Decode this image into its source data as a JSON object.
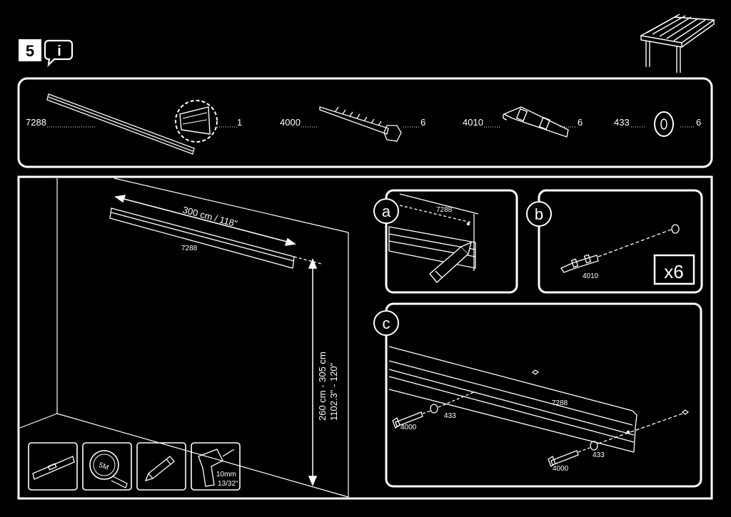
{
  "step": {
    "number": "5",
    "info_glyph": "i"
  },
  "parts": [
    {
      "code": "7288",
      "qty": "1"
    },
    {
      "code": "4000",
      "qty": "6"
    },
    {
      "code": "4010",
      "qty": "6"
    },
    {
      "code": "433",
      "qty": "6"
    }
  ],
  "main": {
    "rail_length": "300 cm / 118\"",
    "rail_code": "7288",
    "height_metric": "260 cm - 305 cm",
    "height_imperial": "1102.3\" - 120\""
  },
  "tools": {
    "tape_label": "5M",
    "drill_metric": "10mm",
    "drill_imperial": "13/32\""
  },
  "panel_a": {
    "letter": "a",
    "rail_code": "7288"
  },
  "panel_b": {
    "letter": "b",
    "anchor_code": "4010",
    "multiplier": "x6"
  },
  "panel_c": {
    "letter": "c",
    "rail_code": "7288",
    "screw_code": "4000",
    "washer_code": "433",
    "screw_code_2": "4000",
    "washer_code_2": "433"
  },
  "colors": {
    "background": "#000000",
    "line": "#ffffff"
  }
}
